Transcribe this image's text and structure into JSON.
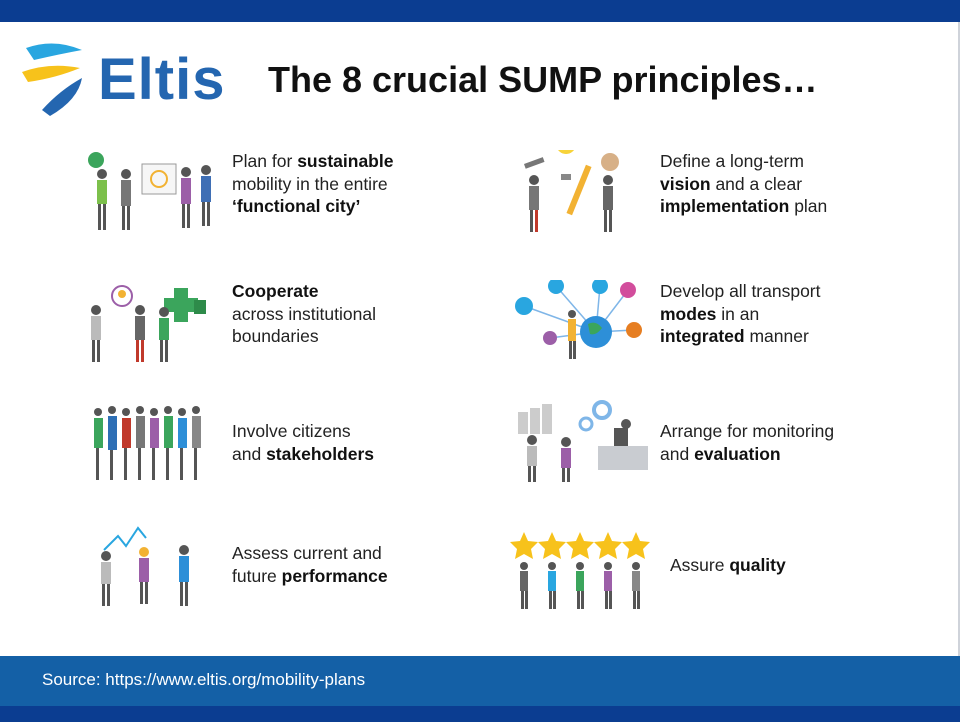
{
  "brand": {
    "name": "Eltis"
  },
  "title": "The 8 crucial SUMP principles…",
  "principles": [
    {
      "id": "functional-city",
      "parts": [
        [
          "Plan for ",
          false
        ],
        [
          "sustainable",
          true
        ],
        [
          "\nmobility in the entire\n",
          false
        ],
        [
          "‘functional city’",
          true
        ]
      ]
    },
    {
      "id": "long-term-vision",
      "parts": [
        [
          "Define a long-term\n",
          false
        ],
        [
          "vision",
          true
        ],
        [
          " and a clear\n",
          false
        ],
        [
          "implementation",
          true
        ],
        [
          " plan",
          false
        ]
      ]
    },
    {
      "id": "cooperate",
      "parts": [
        [
          "Cooperate",
          true
        ],
        [
          "\nacross institutional\nboundaries",
          false
        ]
      ]
    },
    {
      "id": "transport-modes",
      "parts": [
        [
          "Develop all transport\n",
          false
        ],
        [
          "modes",
          true
        ],
        [
          " in an\n",
          false
        ],
        [
          "integrated",
          true
        ],
        [
          " manner",
          false
        ]
      ]
    },
    {
      "id": "involve-citizens",
      "parts": [
        [
          "Involve citizens\nand ",
          false
        ],
        [
          "stakeholders",
          true
        ]
      ]
    },
    {
      "id": "monitoring",
      "parts": [
        [
          "Arrange for monitoring\nand ",
          false
        ],
        [
          "evaluation",
          true
        ]
      ]
    },
    {
      "id": "performance",
      "parts": [
        [
          "Assess current and\nfuture ",
          false
        ],
        [
          "performance",
          true
        ]
      ]
    },
    {
      "id": "quality",
      "parts": [
        [
          "Assure ",
          false
        ],
        [
          "quality",
          true
        ]
      ]
    }
  ],
  "footer": {
    "source": "Source: https://www.eltis.org/mobility-plans"
  },
  "colors": {
    "top_bar": "#0b3d91",
    "footer_band": "#1460a6",
    "brand_blue": "#2466b0",
    "logo_yellow": "#f7c21b",
    "logo_cyan": "#29a6e0"
  }
}
